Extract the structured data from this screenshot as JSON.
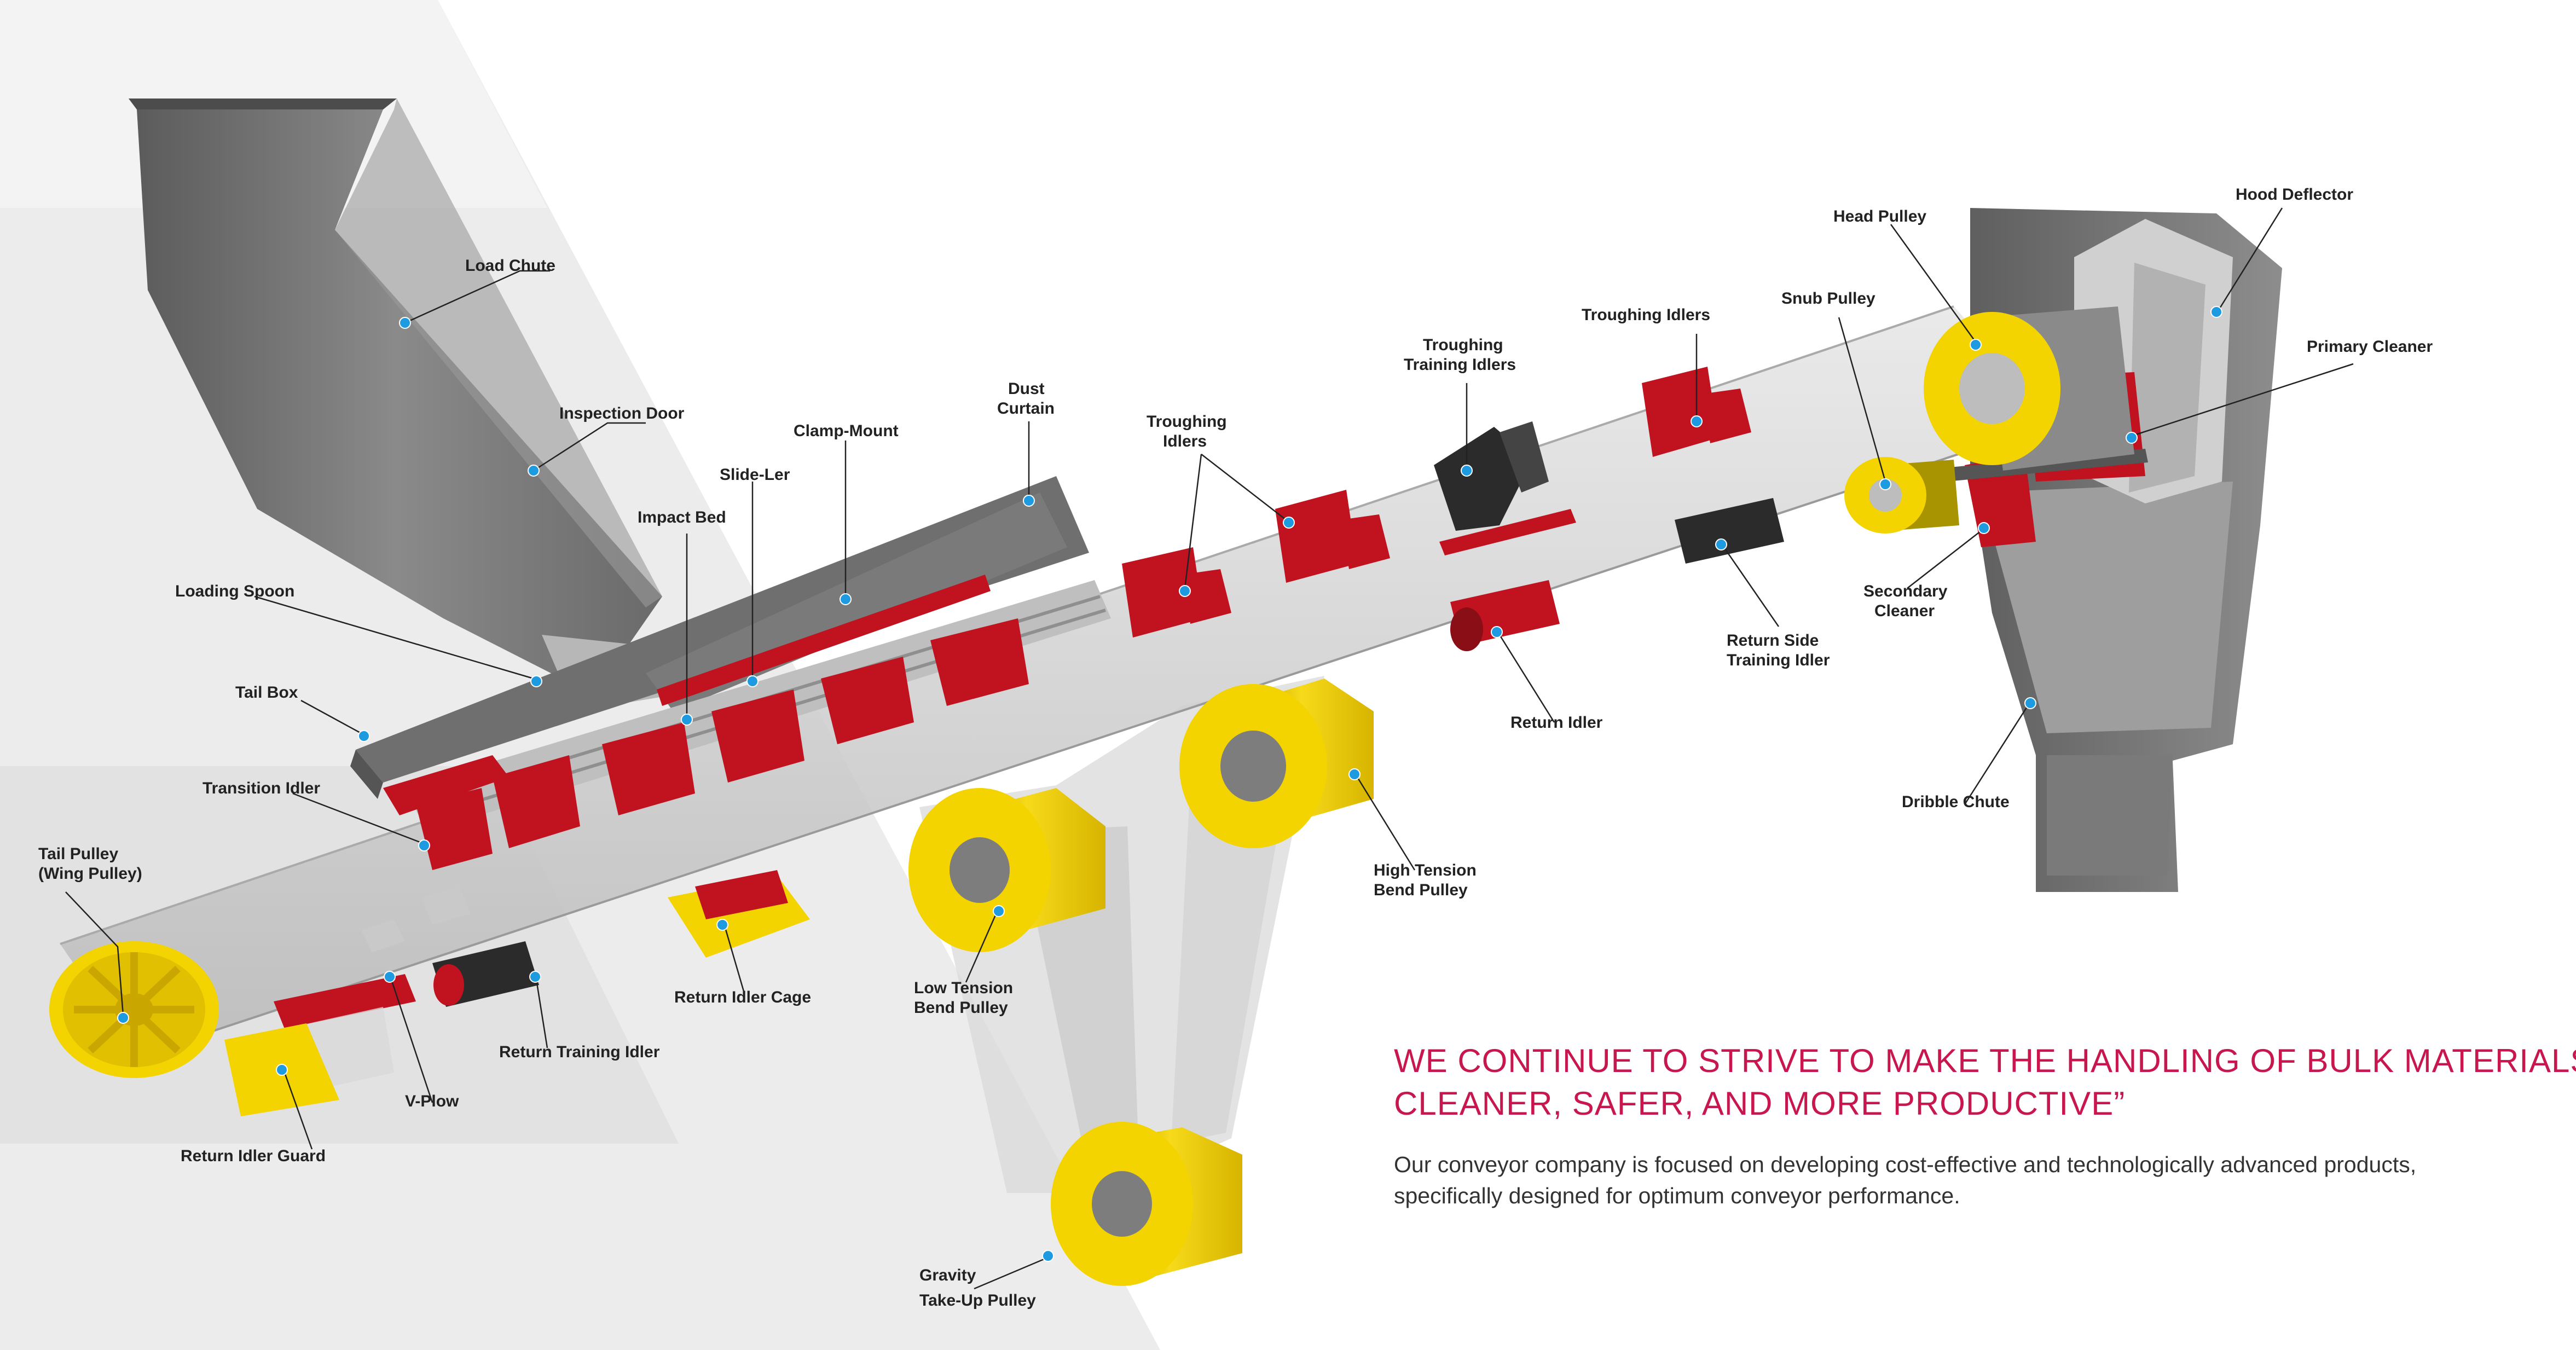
{
  "labels": {
    "load_chute": "Load Chute",
    "inspection_door": "Inspection Door",
    "clamp_mount": "Clamp-Mount",
    "slide_ler": "Slide-Ler",
    "impact_bed": "Impact Bed",
    "loading_spoon": "Loading Spoon",
    "tail_box": "Tail Box",
    "transition_idler": "Transition Idler",
    "tail_pulley_1": "Tail Pulley",
    "tail_pulley_2": "(Wing Pulley)",
    "dust_curtain_1": "Dust",
    "dust_curtain_2": "Curtain",
    "troughing_idlers_left_1": "Troughing",
    "troughing_idlers_left_2": "Idlers",
    "troughing_training_1": "Troughing",
    "troughing_training_2": "Training Idlers",
    "troughing_idlers_right": "Troughing Idlers",
    "head_pulley": "Head Pulley",
    "snub_pulley": "Snub Pulley",
    "hood_deflector": "Hood Deflector",
    "primary_cleaner": "Primary Cleaner",
    "secondary_cleaner_1": "Secondary",
    "secondary_cleaner_2": "Cleaner",
    "return_side_training_1": "Return Side",
    "return_side_training_2": "Training Idler",
    "return_idler": "Return Idler",
    "dribble_chute": "Dribble Chute",
    "high_tension_1": "High Tension",
    "high_tension_2": "Bend Pulley",
    "low_tension_1": "Low Tension",
    "low_tension_2": "Bend Pulley",
    "gravity_takeup_1": "Gravity",
    "gravity_takeup_2": "Take-Up Pulley",
    "return_idler_cage": "Return Idler Cage",
    "return_training_idler": "Return Training Idler",
    "v_plow": "V-Plow",
    "return_idler_guard": "Return Idler Guard"
  },
  "headline": {
    "line1": "WE CONTINUE TO STRIVE TO MAKE THE HANDLING OF BULK MATERIALS",
    "line2": "CLEANER, SAFER, AND MORE PRODUCTIVE”"
  },
  "body": {
    "line1": "Our conveyor company is focused on developing cost-effective and technologically advanced products,",
    "line2": "specifically designed for optimum conveyor performance."
  },
  "colors": {
    "background_band": "#ececec",
    "chute_gray": "#6b6b6b",
    "idler_red": "#c0121f",
    "pulley_yellow": "#f3d400",
    "callout_dot": "#1e9be0",
    "headline": "#c8174f"
  }
}
